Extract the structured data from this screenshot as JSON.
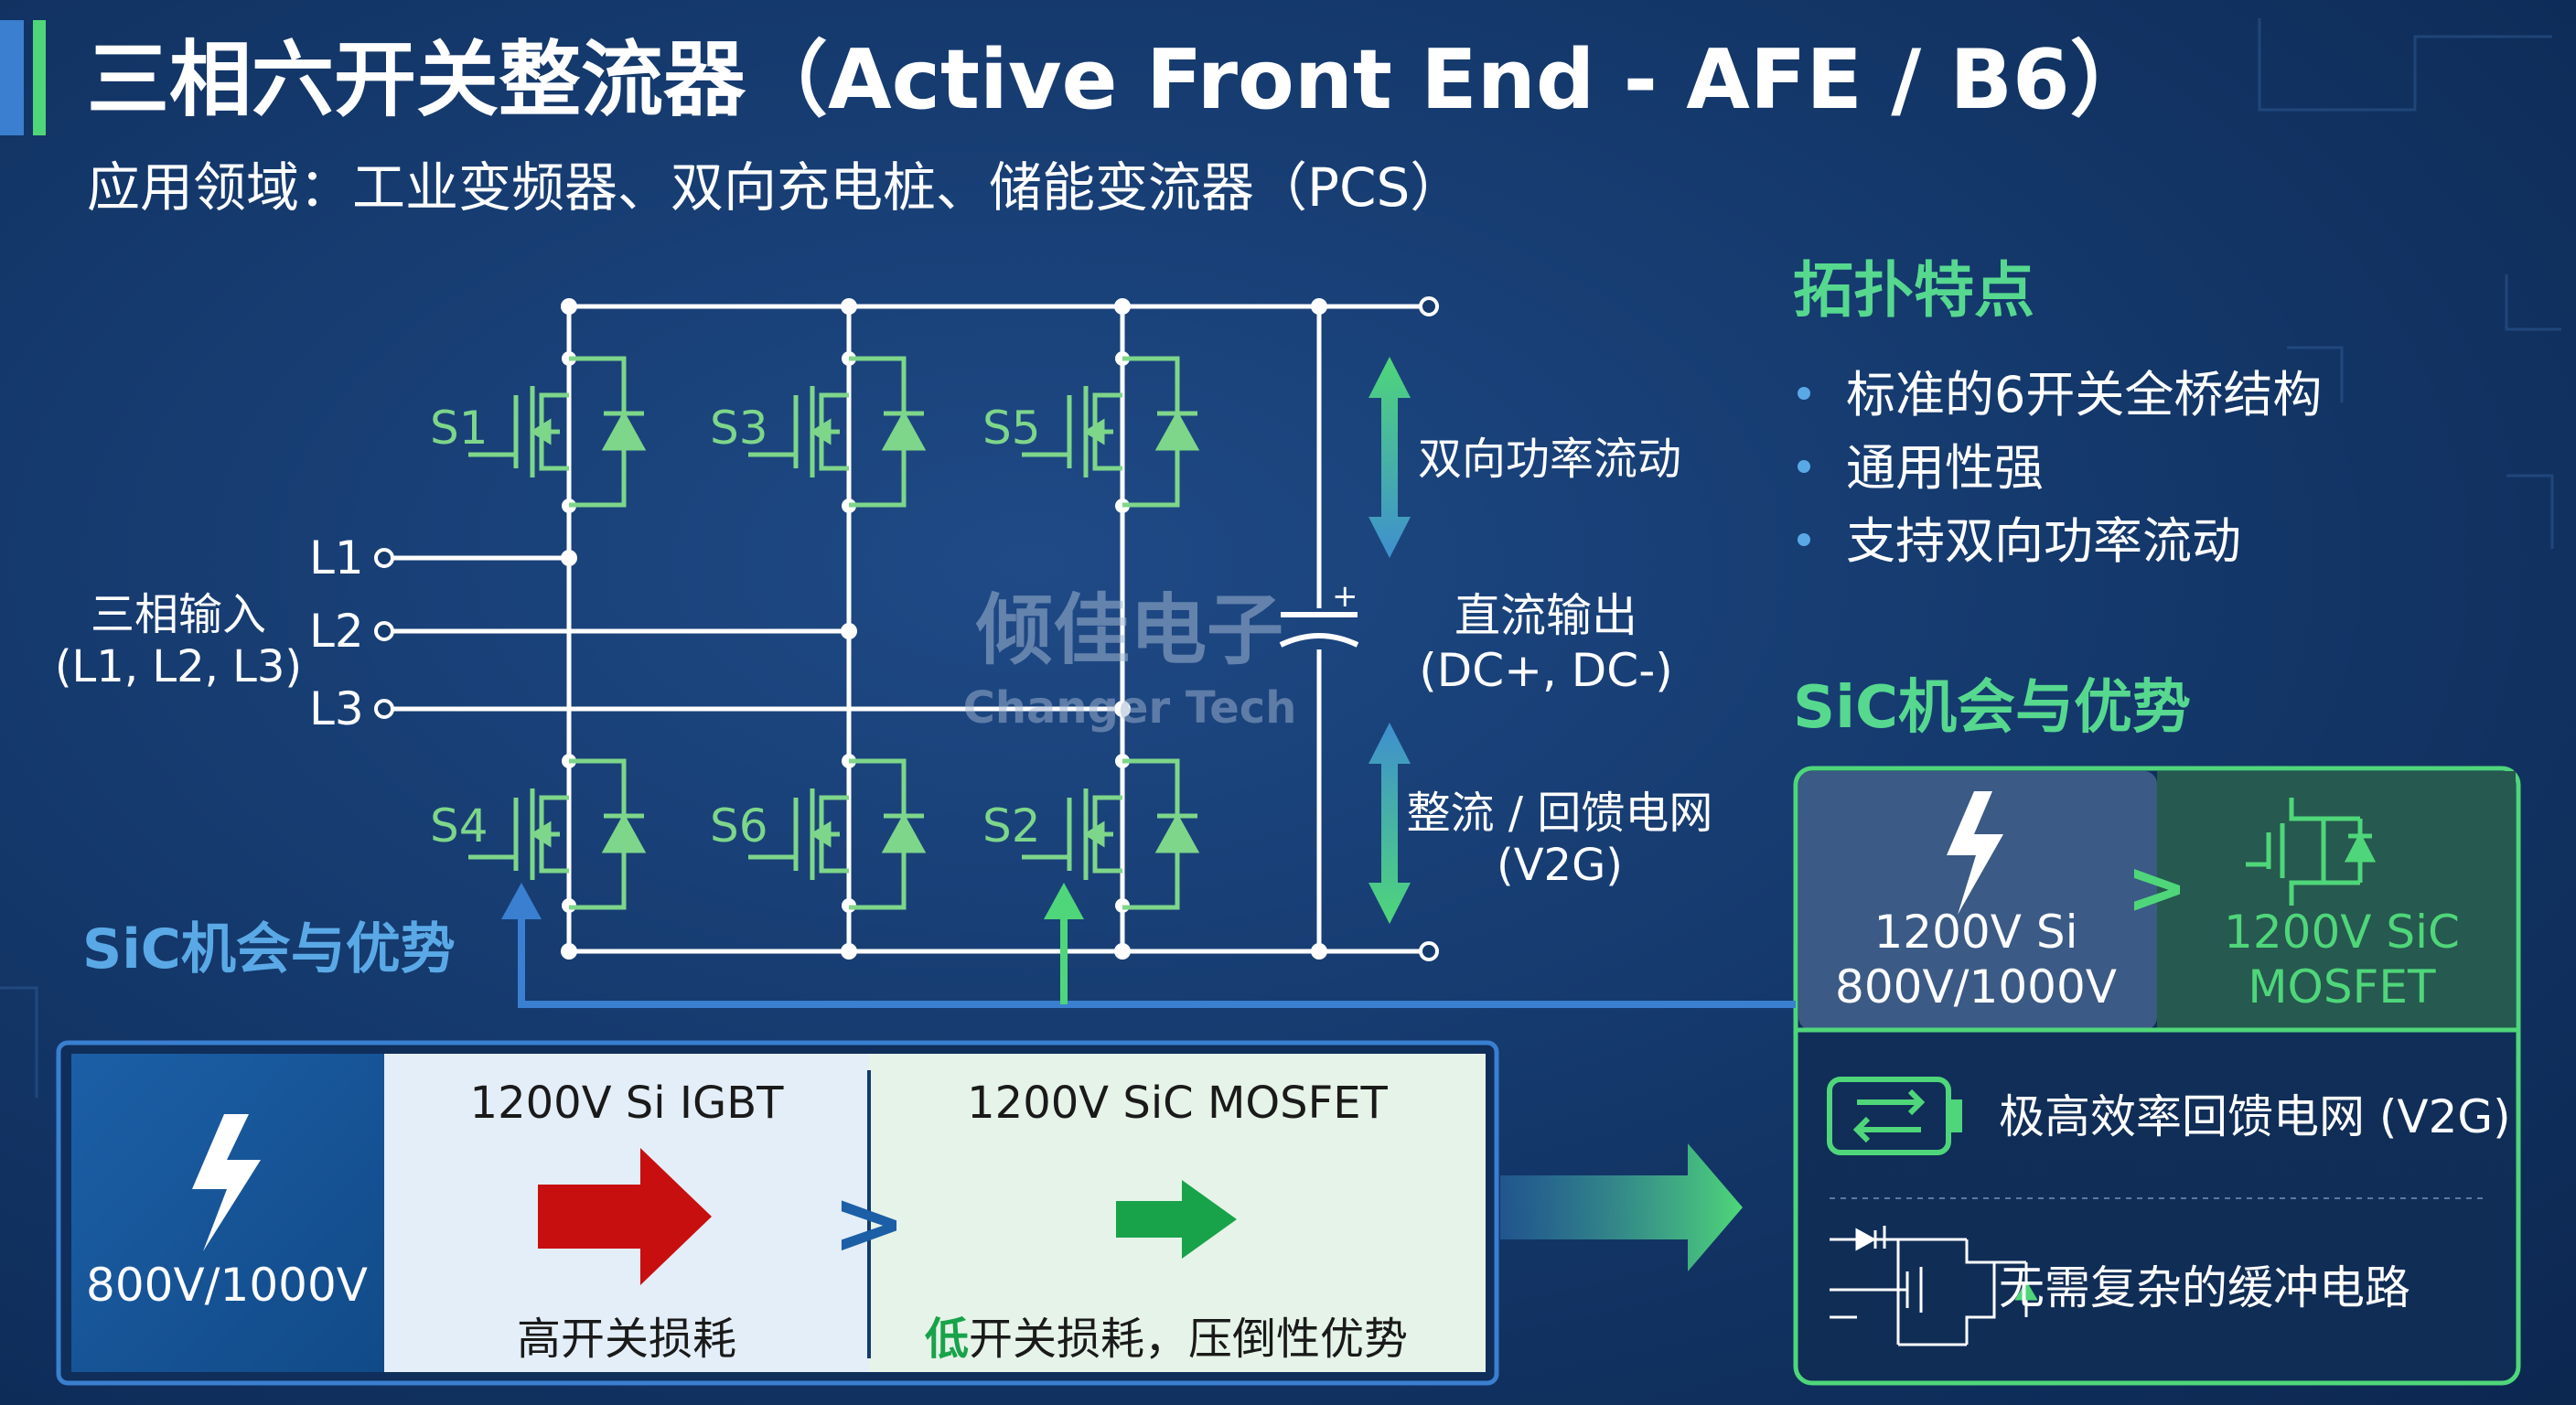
{
  "header": {
    "title": "三相六开关整流器（Active Front End - AFE / B6）",
    "subtitle": "应用领域：工业变频器、双向充电桩、储能变流器（PCS）"
  },
  "circuit": {
    "switches": {
      "s1": "S1",
      "s3": "S3",
      "s5": "S5",
      "s4": "S4",
      "s6": "S6",
      "s2": "S2"
    },
    "lines": {
      "l1": "L1",
      "l2": "L2",
      "l3": "L3"
    },
    "input_label": [
      "三相输入",
      "(L1, L2, L3)"
    ],
    "output_label": [
      "直流输出",
      "(DC+, DC-)"
    ],
    "cap_plus": "+",
    "arrow_top_label": "双向功率流动",
    "arrow_bottom_label": [
      "整流 / 回馈电网",
      "(V2G)"
    ]
  },
  "watermark": {
    "cn": "倾佳电子",
    "en": "Changer Tech"
  },
  "features": {
    "title": "拓扑特点",
    "items": [
      "标准的6开关全桥结构",
      "通用性强",
      "支持双向功率流动"
    ]
  },
  "sic_right": {
    "title": "SiC机会与优势",
    "left_lines": [
      "1200V Si",
      "800V/1000V"
    ],
    "gt": ">",
    "right_lines": [
      "1200V SiC",
      "MOSFET"
    ],
    "benefits": [
      "极高效率回馈电网 (V2G)",
      "无需复杂的缓冲电路"
    ]
  },
  "sic_bottom": {
    "title": "SiC机会与优势",
    "voltage": "800V/1000V",
    "igbt_label": "1200V Si IGBT",
    "igbt_loss": "高开关损耗",
    "gt": ">",
    "mosfet_label": "1200V SiC MOSFET",
    "mosfet_loss_prefix": "低",
    "mosfet_loss_rest": "开关损耗，压倒性优势"
  },
  "colors": {
    "background": "#153a6e",
    "wire": "#ffffff",
    "switch_green": "#7ed68a",
    "accent_green": "#3ecf7a",
    "accent_blue": "#5aa9e6",
    "title_green": "#56d88f"
  }
}
